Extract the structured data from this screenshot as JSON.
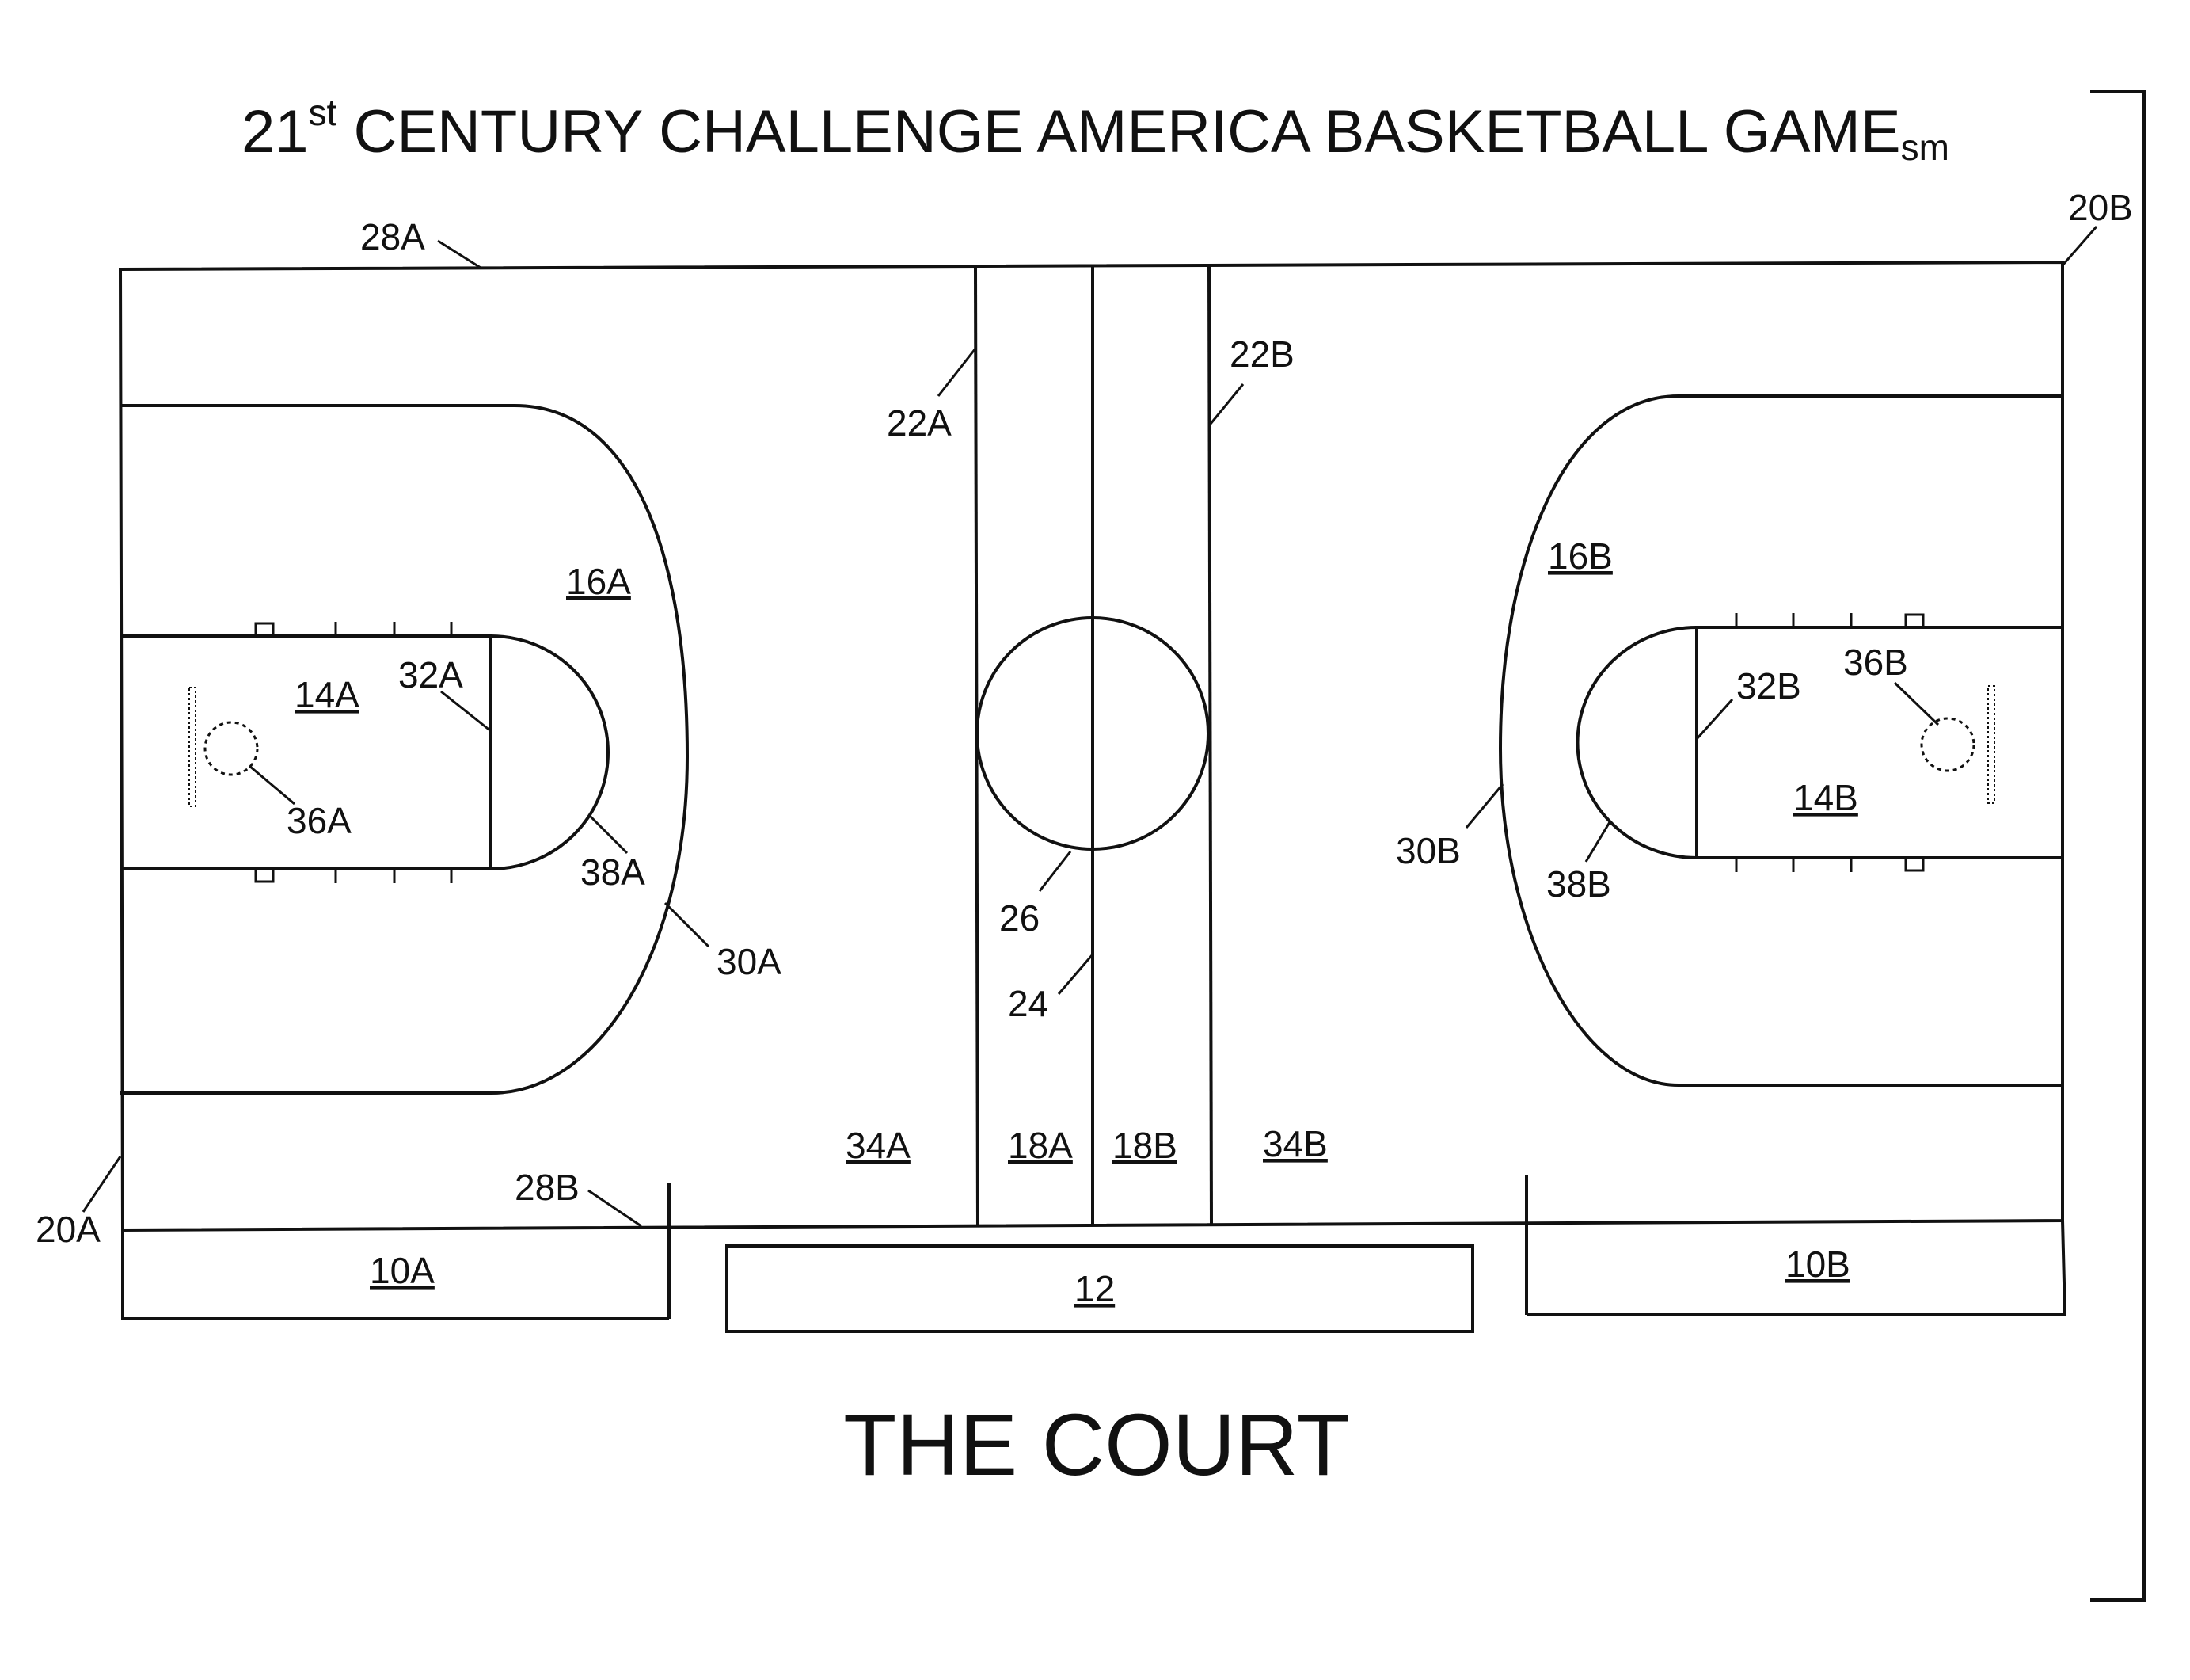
{
  "title": {
    "prefix": "21",
    "sup": "st",
    "main": " CENTURY CHALLENGE AMERICA BASKETBALL GAME",
    "sub": "sm"
  },
  "caption": "THE COURT",
  "labels": {
    "l28A": "28A",
    "l20B": "20B",
    "l22A": "22A",
    "l22B": "22B",
    "l16A": "16A",
    "l16B": "16B",
    "l14A": "14A",
    "l14B": "14B",
    "l32A": "32A",
    "l32B": "32B",
    "l36A": "36A",
    "l36B": "36B",
    "l38A": "38A",
    "l38B": "38B",
    "l30A": "30A",
    "l30B": "30B",
    "l26": "26",
    "l24": "24",
    "l34A": "34A",
    "l34B": "34B",
    "l18A": "18A",
    "l18B": "18B",
    "l28B": "28B",
    "l20A": "20A",
    "l10A": "10A",
    "l12": "12",
    "l10B": "10B"
  }
}
